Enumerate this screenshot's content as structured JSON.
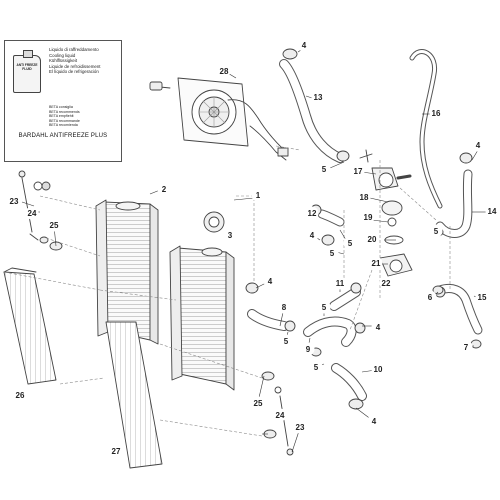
{
  "legend_box": {
    "can_label": "ANTI FREEZE FLUID",
    "coolant_lines": [
      "Liquido di raffreddamento",
      "Cooling liquid",
      "Kühlflüssigkeit",
      "Liquide de refroidissement",
      "El líquido de refrigeración"
    ],
    "beta_lines": [
      "BETA consiglia",
      "BETA recommends",
      "BETA empfiehlt",
      "BETA recommande",
      "BETA recomienda"
    ],
    "product": "BARDAHL ANTIFREEZE PLUS"
  },
  "callouts": [
    {
      "id": "c4a",
      "text": "4"
    },
    {
      "id": "c28",
      "text": "28"
    },
    {
      "id": "c13",
      "text": "13"
    },
    {
      "id": "c16",
      "text": "16"
    },
    {
      "id": "c5a",
      "text": "5"
    },
    {
      "id": "c4b",
      "text": "4"
    },
    {
      "id": "c17",
      "text": "17"
    },
    {
      "id": "c18",
      "text": "18"
    },
    {
      "id": "c14",
      "text": "14"
    },
    {
      "id": "c2",
      "text": "2"
    },
    {
      "id": "c1",
      "text": "1"
    },
    {
      "id": "c23a",
      "text": "23"
    },
    {
      "id": "c24a",
      "text": "24"
    },
    {
      "id": "c25a",
      "text": "25"
    },
    {
      "id": "c3",
      "text": "3"
    },
    {
      "id": "c19",
      "text": "19"
    },
    {
      "id": "c12",
      "text": "12"
    },
    {
      "id": "c5b",
      "text": "5"
    },
    {
      "id": "c4c",
      "text": "4"
    },
    {
      "id": "c5c",
      "text": "5"
    },
    {
      "id": "c20",
      "text": "20"
    },
    {
      "id": "c5d",
      "text": "5"
    },
    {
      "id": "c21",
      "text": "21"
    },
    {
      "id": "c22",
      "text": "22"
    },
    {
      "id": "c4d",
      "text": "4"
    },
    {
      "id": "c11",
      "text": "11"
    },
    {
      "id": "c6",
      "text": "6"
    },
    {
      "id": "c15",
      "text": "15"
    },
    {
      "id": "c8",
      "text": "8"
    },
    {
      "id": "c5e",
      "text": "5"
    },
    {
      "id": "c4e",
      "text": "4"
    },
    {
      "id": "c5f",
      "text": "5"
    },
    {
      "id": "c9",
      "text": "9"
    },
    {
      "id": "c7",
      "text": "7"
    },
    {
      "id": "c26",
      "text": "26"
    },
    {
      "id": "c5g",
      "text": "5"
    },
    {
      "id": "c10",
      "text": "10"
    },
    {
      "id": "c25b",
      "text": "25"
    },
    {
      "id": "c24b",
      "text": "24"
    },
    {
      "id": "c4f",
      "text": "4"
    },
    {
      "id": "c23b",
      "text": "23"
    },
    {
      "id": "c27",
      "text": "27"
    }
  ]
}
